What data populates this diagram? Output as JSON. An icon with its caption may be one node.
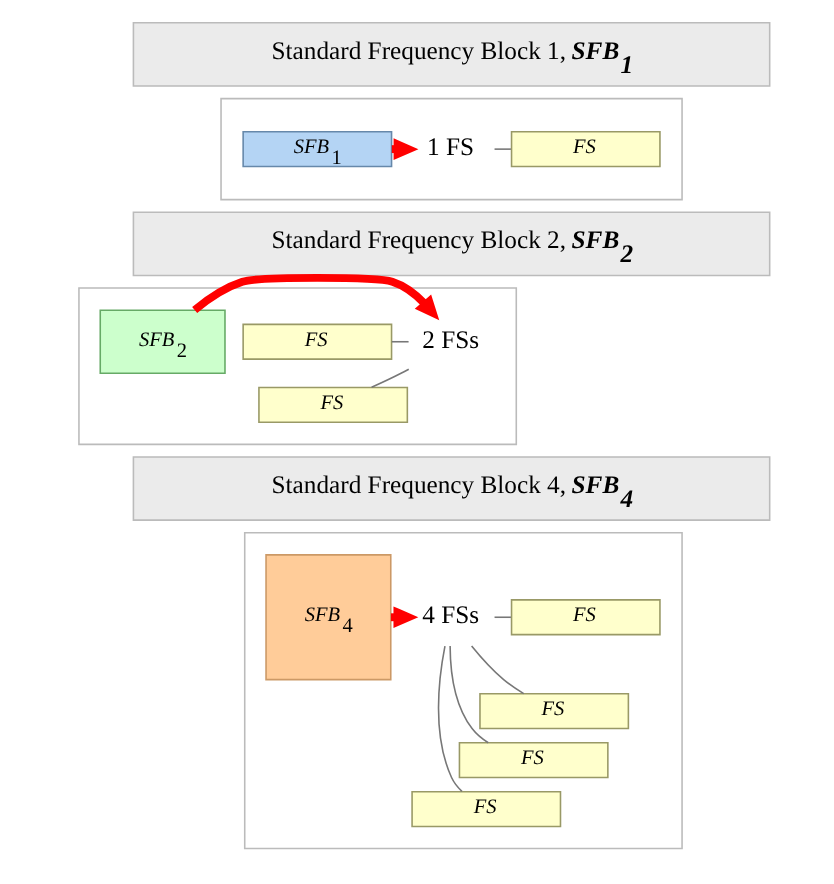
{
  "diagram": {
    "nodes": [
      {
        "text": [
          "Standard Frequency Block 1, **SFB$_{1}$**"
        ]
      },
      {
        "text": [],
        "shape": "box"
      },
      {
        "text": [
          "*SFB*$_{1}$"
        ],
        "in": 1
      },
      {
        "text": [
          "1 FS"
        ],
        "in": 1
      },
      {
        "text": [
          "FS"
        ],
        "in": 1
      },
      {
        "text": [
          "Standard Frequency Block 2, **SFB$_{2}$**"
        ]
      },
      {
        "text": [],
        "shape": "box"
      },
      {
        "text": [
          "*SFB*$_{2}$"
        ],
        "in": 6
      },
      {
        "text": [
          "2 FSs"
        ],
        "in": 6
      },
      {
        "text": [
          "FS"
        ],
        "in": 6
      },
      {
        "text": [
          "FS"
        ],
        "in": 6
      },
      {
        "text": [
          "Standard Frequency Block 4, **SFB$_{4}$**"
        ]
      },
      {
        "text": [],
        "shape": "box"
      },
      {
        "text": [
          "*SFB*$_{4}$"
        ],
        "in": 12
      },
      {
        "text": [
          "4 FSs"
        ],
        "in": 12
      },
      {
        "text": [
          "FS"
        ],
        "in": 12
      },
      {
        "text": [
          "FS"
        ],
        "in": 12
      },
      {
        "text": [
          "FS"
        ],
        "in": 12
      },
      {
        "text": [
          "FS"
        ],
        "in": 12
      }
    ],
    "edges": [
      {
        "from": 2,
        "to": 3,
        "arrow": "to",
        "style": "thick",
        "color": "#ff0000"
      },
      {
        "from": 3,
        "to": 4,
        "arrow": "none"
      },
      {
        "from": 7,
        "to": 8,
        "arrow": "to",
        "style": "thick",
        "color": "#ff0000"
      },
      {
        "from": 8,
        "to": 9,
        "arrow": "none"
      },
      {
        "from": 8,
        "to": 10,
        "arrow": "none"
      },
      {
        "from": 13,
        "to": 14,
        "arrow": "to",
        "style": "thick",
        "color": "#ff0000"
      },
      {
        "from": 14,
        "to": 15,
        "arrow": "none"
      },
      {
        "from": 14,
        "to": 16,
        "arrow": "none"
      },
      {
        "from": 14,
        "to": 17,
        "arrow": "none"
      },
      {
        "from": 14,
        "to": 18,
        "arrow": "none"
      }
    ]
  }
}
